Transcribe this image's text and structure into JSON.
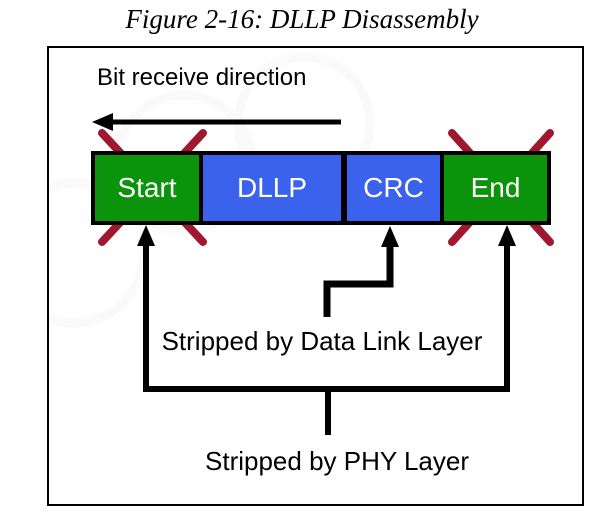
{
  "figure": {
    "title": "Figure 2-16: DLLP Disassembly"
  },
  "diagram": {
    "direction_label": "Bit receive direction",
    "packet": {
      "blocks": [
        {
          "label": "Start",
          "color": "#0B930B",
          "crossed_out": true
        },
        {
          "label": "DLLP",
          "color": "#3A62EC",
          "crossed_out": false
        },
        {
          "label": "CRC",
          "color": "#3A62EC",
          "crossed_out": false
        },
        {
          "label": "End",
          "color": "#0B930B",
          "crossed_out": true
        }
      ]
    },
    "annotations": {
      "stripped_dll": "Stripped by Data Link Layer",
      "stripped_phy": "Stripped by PHY Layer"
    }
  },
  "colors": {
    "block-green": "#0B930B",
    "block-blue": "#3A62EC",
    "x-red": "#A01830",
    "line-black": "#000000",
    "text-white": "#FFFFFF",
    "page-bg": "#FFFFFF"
  }
}
